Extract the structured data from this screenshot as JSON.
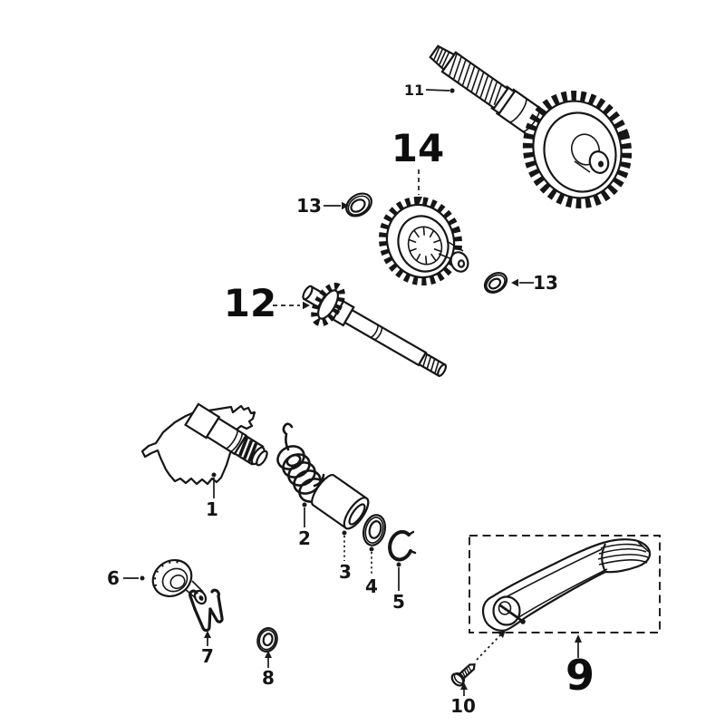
{
  "figure": {
    "type": "exploded-parts-diagram",
    "background": "#ffffff",
    "ink": "#161616"
  },
  "callouts": {
    "n1": "1",
    "n2": "2",
    "n3": "3",
    "n4": "4",
    "n5": "5",
    "n6": "6",
    "n7": "7",
    "n8": "8",
    "n9": "9",
    "n10": "10",
    "n11": "11",
    "n12": "12",
    "n13_left": "13",
    "n13_right": "13",
    "n14": "14"
  },
  "parts": [
    {
      "callout": "1",
      "drawing": "kickstart-spindle-sector-gear"
    },
    {
      "callout": "2",
      "drawing": "kickstart-return-spring"
    },
    {
      "callout": "3",
      "drawing": "spacer-bushing"
    },
    {
      "callout": "4",
      "drawing": "flat-washer"
    },
    {
      "callout": "5",
      "drawing": "circlip"
    },
    {
      "callout": "6",
      "drawing": "starter-pinion"
    },
    {
      "callout": "7",
      "drawing": "retaining-clip"
    },
    {
      "callout": "8",
      "drawing": "seal-washer"
    },
    {
      "callout": "9",
      "drawing": "kickstart-lever"
    },
    {
      "callout": "10",
      "drawing": "fixing-screw"
    },
    {
      "callout": "11",
      "drawing": "output-shaft-with-gear"
    },
    {
      "callout": "12",
      "drawing": "drive-shaft-with-pinion"
    },
    {
      "callout": "13",
      "drawing": "thrust-washer-left"
    },
    {
      "callout": "13",
      "drawing": "thrust-washer-right"
    },
    {
      "callout": "14",
      "drawing": "idler-gear"
    }
  ]
}
